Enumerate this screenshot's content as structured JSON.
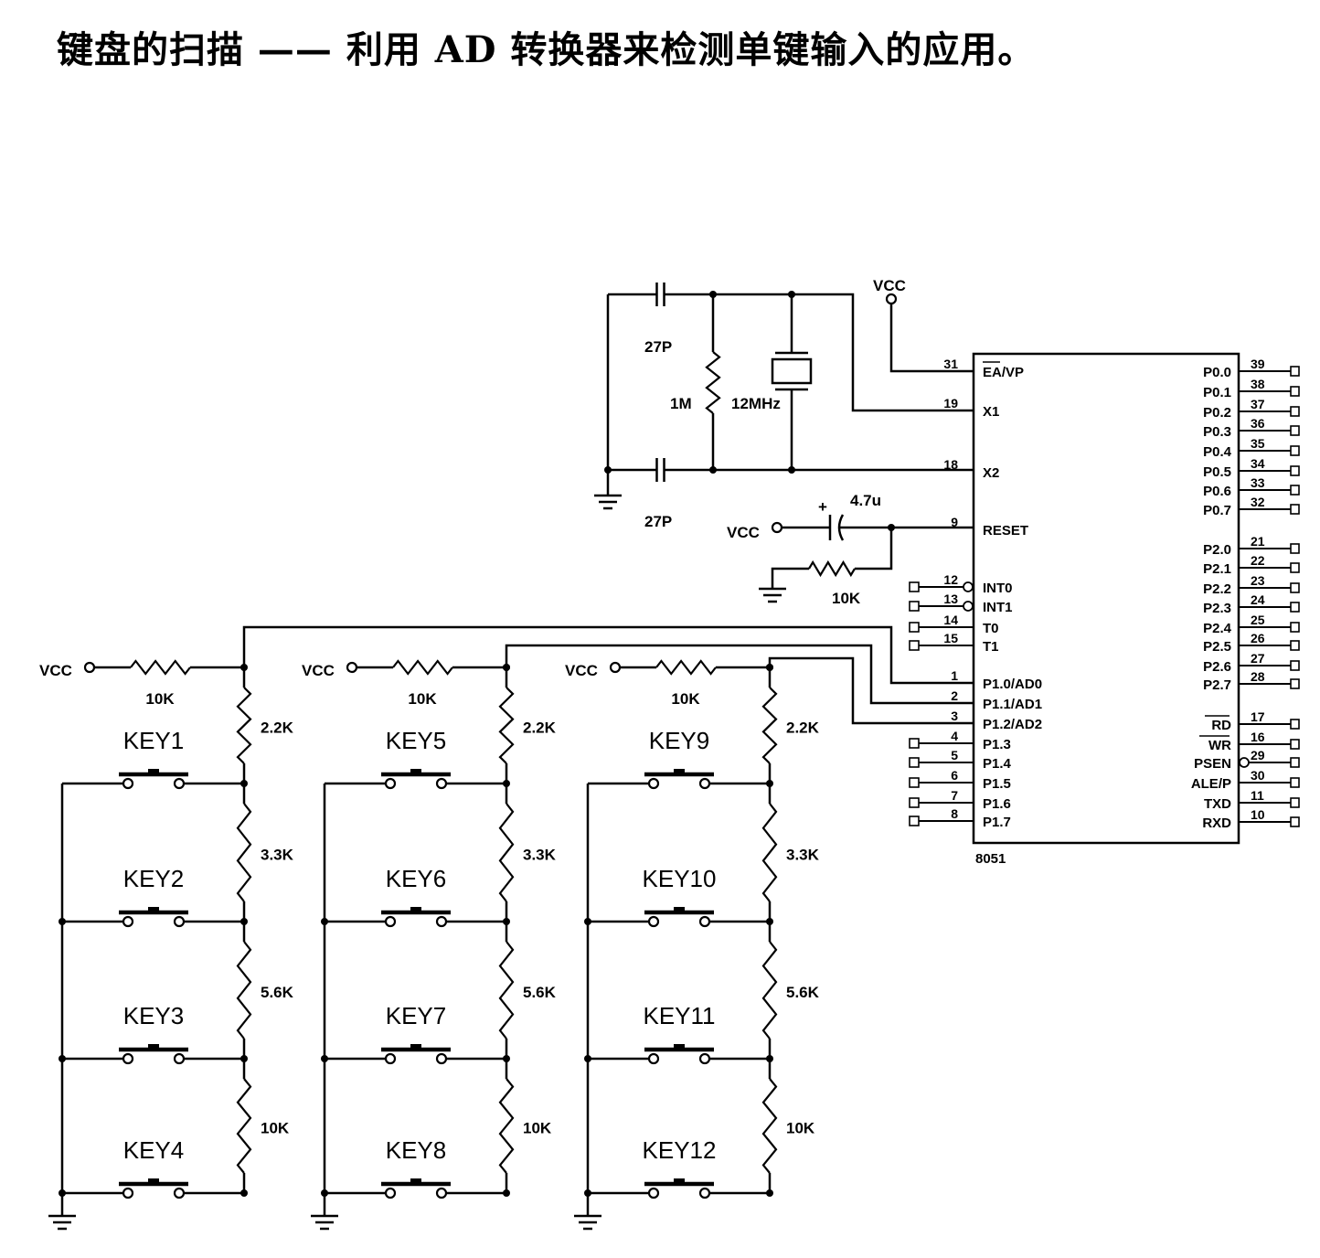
{
  "title": "键盘的扫描 —— 利用 AD 转换器来检测单键输入的应用。",
  "chip": {
    "part": "8051",
    "left_pins": [
      {
        "num": "31",
        "name": "EA/VP"
      },
      {
        "num": "19",
        "name": "X1"
      },
      {
        "num": "18",
        "name": "X2"
      },
      {
        "num": "9",
        "name": "RESET"
      },
      {
        "num": "12",
        "name": "INT0"
      },
      {
        "num": "13",
        "name": "INT1"
      },
      {
        "num": "14",
        "name": "T0"
      },
      {
        "num": "15",
        "name": "T1"
      },
      {
        "num": "1",
        "name": "P1.0/AD0"
      },
      {
        "num": "2",
        "name": "P1.1/AD1"
      },
      {
        "num": "3",
        "name": "P1.2/AD2"
      },
      {
        "num": "4",
        "name": "P1.3"
      },
      {
        "num": "5",
        "name": "P1.4"
      },
      {
        "num": "6",
        "name": "P1.5"
      },
      {
        "num": "7",
        "name": "P1.6"
      },
      {
        "num": "8",
        "name": "P1.7"
      }
    ],
    "right_pins": [
      {
        "num": "39",
        "name": "P0.0"
      },
      {
        "num": "38",
        "name": "P0.1"
      },
      {
        "num": "37",
        "name": "P0.2"
      },
      {
        "num": "36",
        "name": "P0.3"
      },
      {
        "num": "35",
        "name": "P0.4"
      },
      {
        "num": "34",
        "name": "P0.5"
      },
      {
        "num": "33",
        "name": "P0.6"
      },
      {
        "num": "32",
        "name": "P0.7"
      },
      {
        "num": "21",
        "name": "P2.0"
      },
      {
        "num": "22",
        "name": "P2.1"
      },
      {
        "num": "23",
        "name": "P2.2"
      },
      {
        "num": "24",
        "name": "P2.3"
      },
      {
        "num": "25",
        "name": "P2.4"
      },
      {
        "num": "26",
        "name": "P2.5"
      },
      {
        "num": "27",
        "name": "P2.6"
      },
      {
        "num": "28",
        "name": "P2.7"
      },
      {
        "num": "17",
        "name": "RD"
      },
      {
        "num": "16",
        "name": "WR"
      },
      {
        "num": "29",
        "name": "PSEN"
      },
      {
        "num": "30",
        "name": "ALE/P"
      },
      {
        "num": "11",
        "name": "TXD"
      },
      {
        "num": "10",
        "name": "RXD"
      }
    ]
  },
  "oscillator": {
    "cap_top": "27P",
    "cap_bottom": "27P",
    "resistor": "1M",
    "crystal": "12MHz"
  },
  "reset_circuit": {
    "supply": "VCC",
    "capacitor": "4.7u",
    "cap_polarity": "+",
    "resistor": "10K"
  },
  "chip_supply": "VCC",
  "key_columns": [
    {
      "supply": "VCC",
      "pullup": "10K",
      "ladder": [
        "2.2K",
        "3.3K",
        "5.6K",
        "10K"
      ],
      "keys": [
        "KEY1",
        "KEY2",
        "KEY3",
        "KEY4"
      ]
    },
    {
      "supply": "VCC",
      "pullup": "10K",
      "ladder": [
        "2.2K",
        "3.3K",
        "5.6K",
        "10K"
      ],
      "keys": [
        "KEY5",
        "KEY6",
        "KEY7",
        "KEY8"
      ]
    },
    {
      "supply": "VCC",
      "pullup": "10K",
      "ladder": [
        "2.2K",
        "3.3K",
        "5.6K",
        "10K"
      ],
      "keys": [
        "KEY9",
        "KEY10",
        "KEY11",
        "KEY12"
      ]
    }
  ]
}
